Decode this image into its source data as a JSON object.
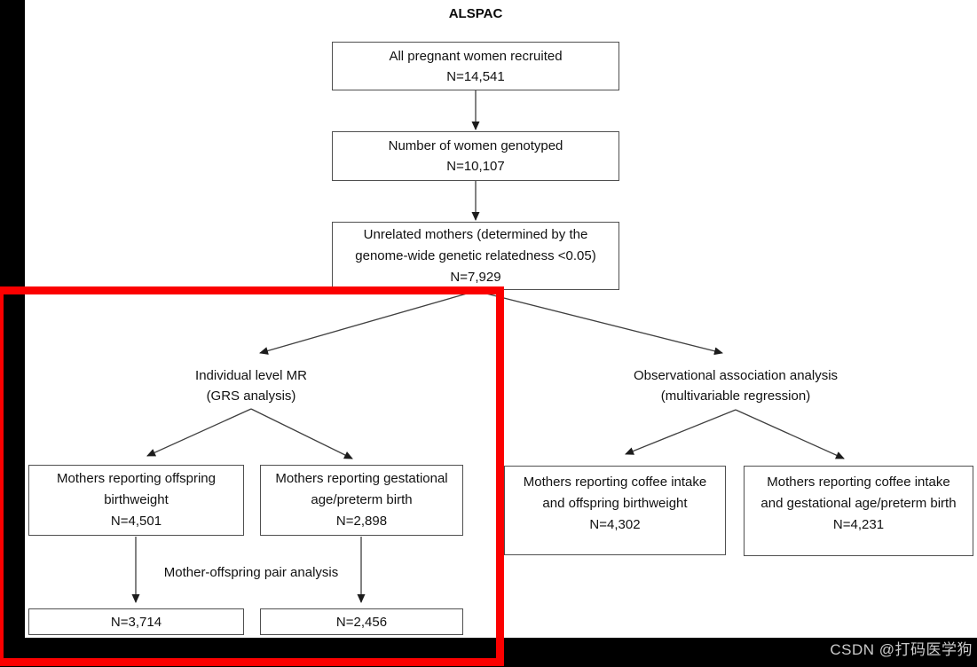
{
  "title": "ALSPAC",
  "flow": {
    "recruited": {
      "l1": "All pregnant women recruited",
      "l2": "N=14,541"
    },
    "genotyped": {
      "l1": "Number of women genotyped",
      "l2": "N=10,107"
    },
    "unrelated": {
      "l1": "Unrelated mothers (determined by the",
      "l2": "genome-wide genetic relatedness <0.05)",
      "l3": "N=7,929"
    },
    "mr_label": {
      "l1": "Individual level MR",
      "l2": "(GRS analysis)"
    },
    "obs_label": {
      "l1": "Observational association analysis",
      "l2": "(multivariable regression)"
    },
    "offspring": {
      "l1": "Mothers reporting offspring",
      "l2": "birthweight",
      "l3": "N=4,501"
    },
    "gestational": {
      "l1": "Mothers reporting gestational",
      "l2": "age/preterm birth",
      "l3": "N=2,898"
    },
    "coffee_bw": {
      "l1": "Mothers reporting coffee intake",
      "l2": "and offspring birthweight",
      "l3": "N=4,302"
    },
    "coffee_ga": {
      "l1": "Mothers reporting coffee intake",
      "l2": "and gestational age/preterm birth",
      "l3": "N=4,231"
    },
    "pair_label": "Mother-offspring pair analysis",
    "pair_bw": "N=3,714",
    "pair_ga": "N=2,456"
  },
  "watermark": "CSDN @打码医学狗",
  "colors": {
    "highlight_rectangle": "#fb0000",
    "box_border": "#4f4f4f",
    "text": "#111111",
    "letterbox": "#000000",
    "watermark_text": "#cbcbcb"
  }
}
